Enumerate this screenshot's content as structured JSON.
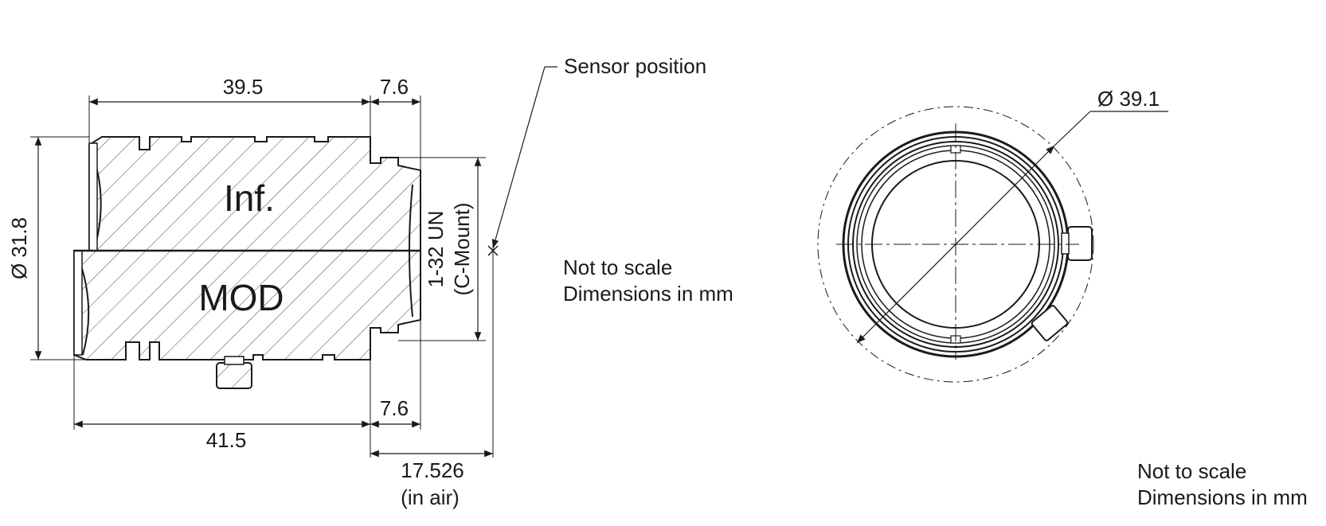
{
  "side_view": {
    "dim_front_length": "39.5",
    "dim_rear_top": "7.6",
    "dim_total_length": "41.5",
    "dim_rear_bottom": "7.6",
    "dim_diameter": "Ø 31.8",
    "mount_line1": "1-32 UN",
    "mount_line2": "(C-Mount)",
    "label_inf": "Inf.",
    "label_mod": "MOD",
    "sensor_label": "Sensor position",
    "flange_value": "17.526",
    "flange_note": "(in air)"
  },
  "front_view": {
    "dim_diameter": "Ø 39.1"
  },
  "notes": {
    "center_line1": "Not to scale",
    "center_line2": "Dimensions in mm",
    "corner_line1": "Not to scale",
    "corner_line2": "Dimensions in mm"
  }
}
